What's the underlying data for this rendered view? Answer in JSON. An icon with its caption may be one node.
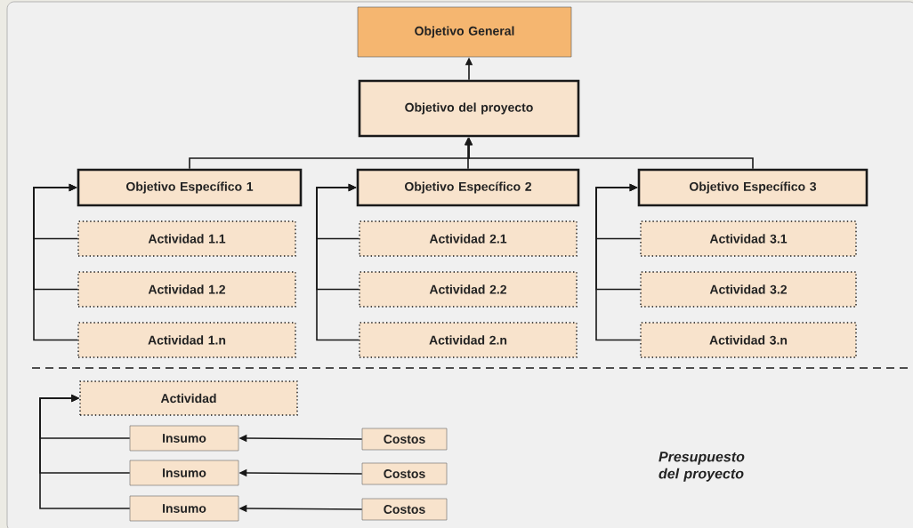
{
  "diagram": {
    "nodes": [
      {
        "text": [
          "Objetivo General"
        ]
      },
      {
        "text": [
          "Objetivo del proyecto"
        ]
      },
      {
        "text": [
          "Objetivo Específico 1"
        ]
      },
      {
        "text": [
          "Objetivo Específico 2"
        ]
      },
      {
        "text": [
          "Objetivo Específico 3"
        ]
      },
      {
        "text": [
          "Actividad 1.1"
        ]
      },
      {
        "text": [
          "Actividad 1.2"
        ]
      },
      {
        "text": [
          "Actividad 1.n"
        ]
      },
      {
        "text": [
          "Actividad 2.1"
        ]
      },
      {
        "text": [
          "Actividad 2.2"
        ]
      },
      {
        "text": [
          "Actividad 2.n"
        ]
      },
      {
        "text": [
          "Actividad 3.1"
        ]
      },
      {
        "text": [
          "Actividad 3.2"
        ]
      },
      {
        "text": [
          "Actividad 3.n"
        ]
      },
      {
        "text": [
          "Actividad"
        ]
      },
      {
        "text": [
          "Insumo"
        ]
      },
      {
        "text": [
          "Costos"
        ]
      },
      {
        "text": [
          "Insumo"
        ]
      },
      {
        "text": [
          "Costos"
        ]
      },
      {
        "text": [
          "Insumo"
        ]
      },
      {
        "text": [
          "Costos"
        ]
      }
    ],
    "edges": [
      {
        "from": 1,
        "to": 0,
        "arrow": "to"
      },
      {
        "from": 2,
        "to": 1,
        "arrow": "to"
      },
      {
        "from": 3,
        "to": 1,
        "arrow": "to"
      },
      {
        "from": 4,
        "to": 1,
        "arrow": "to"
      },
      {
        "from": 5,
        "to": 2,
        "arrow": "to"
      },
      {
        "from": 6,
        "to": 2,
        "arrow": "to"
      },
      {
        "from": 7,
        "to": 2,
        "arrow": "to"
      },
      {
        "from": 8,
        "to": 3,
        "arrow": "to"
      },
      {
        "from": 9,
        "to": 3,
        "arrow": "to"
      },
      {
        "from": 10,
        "to": 3,
        "arrow": "to"
      },
      {
        "from": 11,
        "to": 4,
        "arrow": "to"
      },
      {
        "from": 12,
        "to": 4,
        "arrow": "to"
      },
      {
        "from": 13,
        "to": 4,
        "arrow": "to"
      },
      {
        "from": 15,
        "to": 14,
        "arrow": "to"
      },
      {
        "from": 17,
        "to": 14,
        "arrow": "to"
      },
      {
        "from": 19,
        "to": 14,
        "arrow": "to"
      },
      {
        "from": 16,
        "to": 15,
        "arrow": "to"
      },
      {
        "from": 18,
        "to": 17,
        "arrow": "to"
      },
      {
        "from": 20,
        "to": 19,
        "arrow": "to"
      }
    ],
    "labels": [
      "Presupuesto del proyecto"
    ]
  }
}
